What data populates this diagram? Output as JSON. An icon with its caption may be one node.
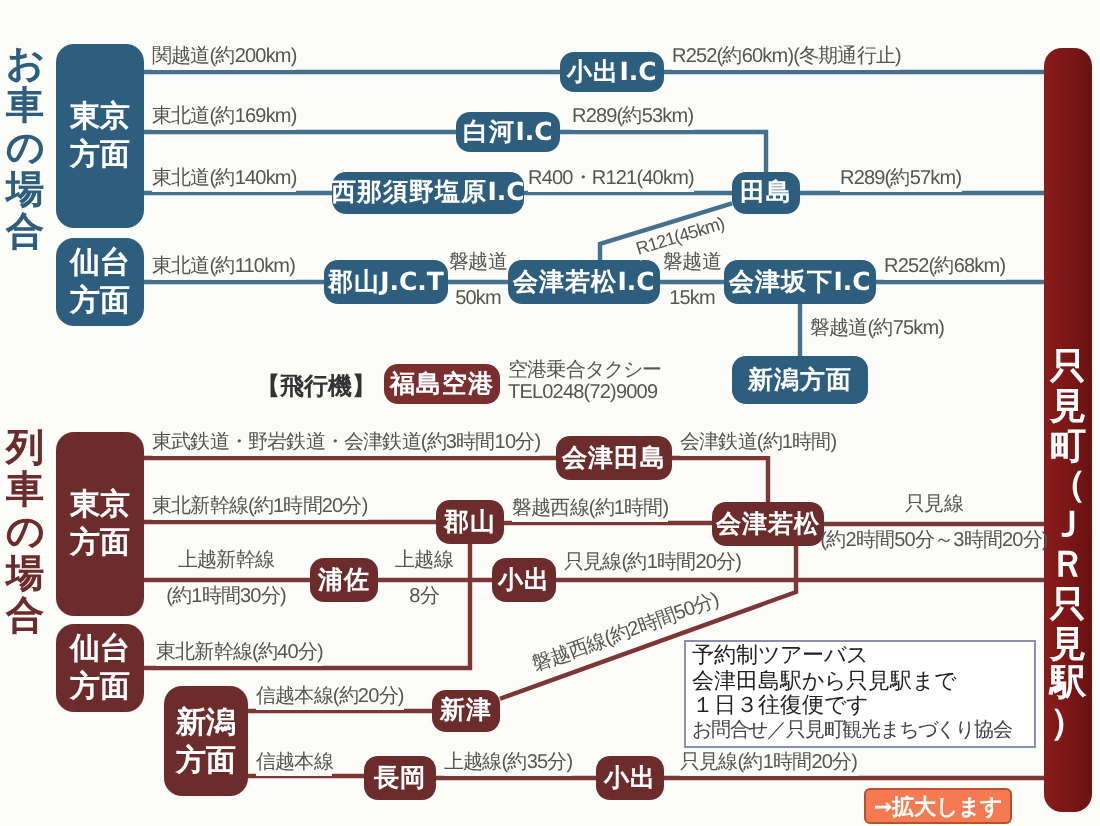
{
  "diagram": {
    "nodes": [
      {
        "text": [
          "東京方面"
        ]
      },
      {
        "text": [
          "小出I.C"
        ]
      },
      {
        "text": [
          "白河I.C"
        ]
      },
      {
        "text": [
          "西那須野塩原I.C"
        ]
      },
      {
        "text": [
          "田島"
        ]
      },
      {
        "text": [
          "仙台方面"
        ]
      },
      {
        "text": [
          "郡山J.C.T"
        ]
      },
      {
        "text": [
          "会津若松I.C"
        ]
      },
      {
        "text": [
          "会津坂下I.C"
        ]
      },
      {
        "text": [
          "新潟方面"
        ]
      },
      {
        "text": [
          "只見町（ＪＲ只見駅）"
        ]
      },
      {
        "text": [
          "福島空港"
        ],
        "beside": [
          "空港乗合タクシー TEL0248(72)9009"
        ]
      },
      {
        "text": [
          "東京方面"
        ]
      },
      {
        "text": [
          "会津田島"
        ]
      },
      {
        "text": [
          "郡山"
        ]
      },
      {
        "text": [
          "浦佐"
        ]
      },
      {
        "text": [
          "小出"
        ]
      },
      {
        "text": [
          "会津若松"
        ]
      },
      {
        "text": [
          "仙台方面"
        ]
      },
      {
        "text": [
          "新潟方面"
        ]
      },
      {
        "text": [
          "新津"
        ]
      },
      {
        "text": [
          "長岡"
        ]
      },
      {
        "text": [
          "小出"
        ]
      },
      {
        "text": [
          "予約制ツアーバス",
          "会津田島駅から只見駅まで１日３往復便です",
          "お問合せ／只見町観光まちづくり協会"
        ]
      },
      {
        "text": [
          "→拡大します"
        ]
      }
    ],
    "edges": [
      {
        "from": 0,
        "to": 1,
        "arrow": "none",
        "label": "関越道(約200km)",
        "color": "#45708e"
      },
      {
        "from": 1,
        "to": 10,
        "arrow": "none",
        "label": "R252(約60km)(冬期通行止)",
        "color": "#45708e"
      },
      {
        "from": 0,
        "to": 2,
        "arrow": "none",
        "label": "東北道(約169km)",
        "color": "#45708e"
      },
      {
        "from": 2,
        "to": 4,
        "arrow": "none",
        "label": "R289(約53km)",
        "color": "#45708e"
      },
      {
        "from": 0,
        "to": 3,
        "arrow": "none",
        "label": "東北道(約140km)",
        "color": "#45708e"
      },
      {
        "from": 3,
        "to": 4,
        "arrow": "none",
        "label": "R400・R121(40km)",
        "color": "#45708e"
      },
      {
        "from": 4,
        "to": 10,
        "arrow": "none",
        "label": "R289(約57km)",
        "color": "#45708e"
      },
      {
        "from": 7,
        "to": 4,
        "arrow": "none",
        "label": "R121(45km)",
        "color": "#45708e"
      },
      {
        "from": 5,
        "to": 6,
        "arrow": "none",
        "label": "東北道(約110km)",
        "color": "#45708e"
      },
      {
        "from": 6,
        "to": 7,
        "arrow": "none",
        "label": "磐越道 50km",
        "color": "#45708e"
      },
      {
        "from": 7,
        "to": 8,
        "arrow": "none",
        "label": "磐越道 15km",
        "color": "#45708e"
      },
      {
        "from": 8,
        "to": 10,
        "arrow": "none",
        "label": "R252(約68km)",
        "color": "#45708e"
      },
      {
        "from": 8,
        "to": 9,
        "arrow": "none",
        "label": "磐越道(約75km)",
        "color": "#45708e"
      },
      {
        "from": 12,
        "to": 13,
        "arrow": "none",
        "label": "東武鉄道・野岩鉄道・会津鉄道(約3時間10分)"
      },
      {
        "from": 13,
        "to": 17,
        "arrow": "none",
        "label": "会津鉄道(約1時間)"
      },
      {
        "from": 12,
        "to": 14,
        "arrow": "none",
        "label": "東北新幹線(約1時間20分)"
      },
      {
        "from": 14,
        "to": 17,
        "arrow": "none",
        "label": "磐越西線(約1時間)"
      },
      {
        "from": 17,
        "to": 10,
        "arrow": "none",
        "label": "只見線 (約2時間50分～3時間20分)"
      },
      {
        "from": 12,
        "to": 15,
        "arrow": "none",
        "label": "上越新幹線 (約1時間30分)"
      },
      {
        "from": 15,
        "to": 16,
        "arrow": "none",
        "label": "上越線 8分"
      },
      {
        "from": 16,
        "to": 10,
        "arrow": "none",
        "label": "只見線(約1時間20分)"
      },
      {
        "from": 18,
        "to": 14,
        "arrow": "none",
        "label": "東北新幹線(約40分)"
      },
      {
        "from": 19,
        "to": 20,
        "arrow": "none",
        "label": "信越本線(約20分)"
      },
      {
        "from": 20,
        "to": 17,
        "arrow": "none",
        "label": "磐越西線(約2時間50分)"
      },
      {
        "from": 19,
        "to": 21,
        "arrow": "none",
        "label": "信越本線"
      },
      {
        "from": 21,
        "to": 22,
        "arrow": "none",
        "label": "上越線(約35分)"
      },
      {
        "from": 22,
        "to": 10,
        "arrow": "none",
        "label": "只見線(約1時間20分)"
      }
    ],
    "labels": [
      "お車の場合",
      "【飛行機】",
      "列車の場合"
    ]
  }
}
